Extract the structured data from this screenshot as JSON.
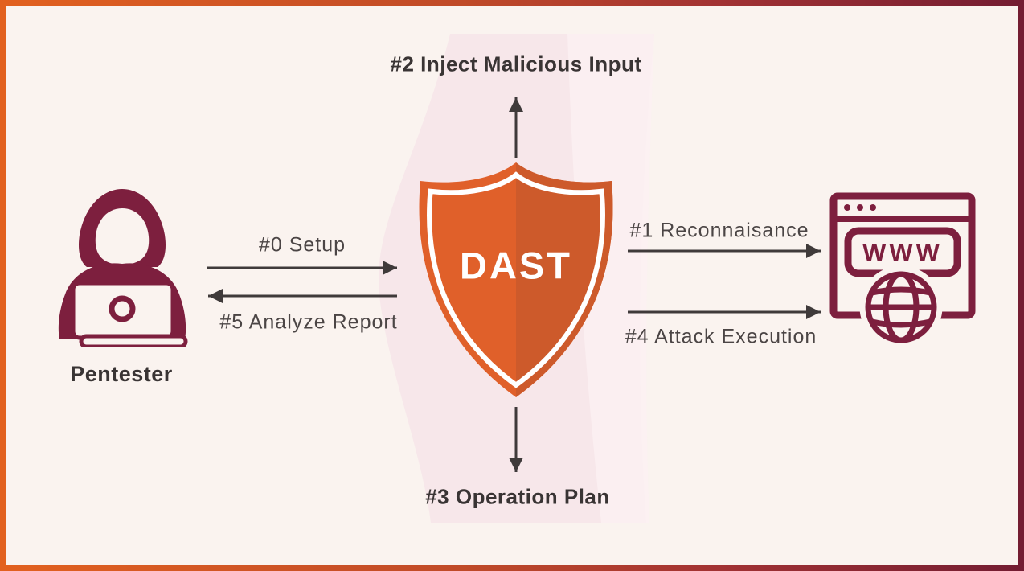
{
  "diagram": {
    "actor": {
      "label": "Pentester",
      "icon": "hooded-hacker-laptop-icon"
    },
    "hub": {
      "label": "DAST",
      "icon": "shield-icon"
    },
    "target": {
      "label": "WWW",
      "icon": "browser-globe-icon"
    },
    "flows": [
      {
        "id": "0",
        "label": "#0 Setup",
        "from": "pentester",
        "to": "dast",
        "direction": "right"
      },
      {
        "id": "5",
        "label": "#5 Analyze Report",
        "from": "dast",
        "to": "pentester",
        "direction": "left"
      },
      {
        "id": "2",
        "label": "#2 Inject Malicious Input",
        "from": "dast",
        "to": "",
        "direction": "up"
      },
      {
        "id": "3",
        "label": "#3 Operation Plan",
        "from": "dast",
        "to": "",
        "direction": "down"
      },
      {
        "id": "1",
        "label": "#1 Reconnaisance",
        "from": "dast",
        "to": "target",
        "direction": "right"
      },
      {
        "id": "4",
        "label": "#4 Attack Execution",
        "from": "dast",
        "to": "target",
        "direction": "right"
      }
    ],
    "colors": {
      "background": "#faf3ef",
      "frame_gradient_start": "#e2611f",
      "frame_gradient_end": "#731c32",
      "maroon": "#7d1f3e",
      "shield_orange_left": "#e0602a",
      "shield_orange_right": "#cd5a2b",
      "arrow_gray": "#3f3a3a",
      "label_gray": "#4b4545",
      "pink_watermark": "#f7e7ea"
    }
  }
}
